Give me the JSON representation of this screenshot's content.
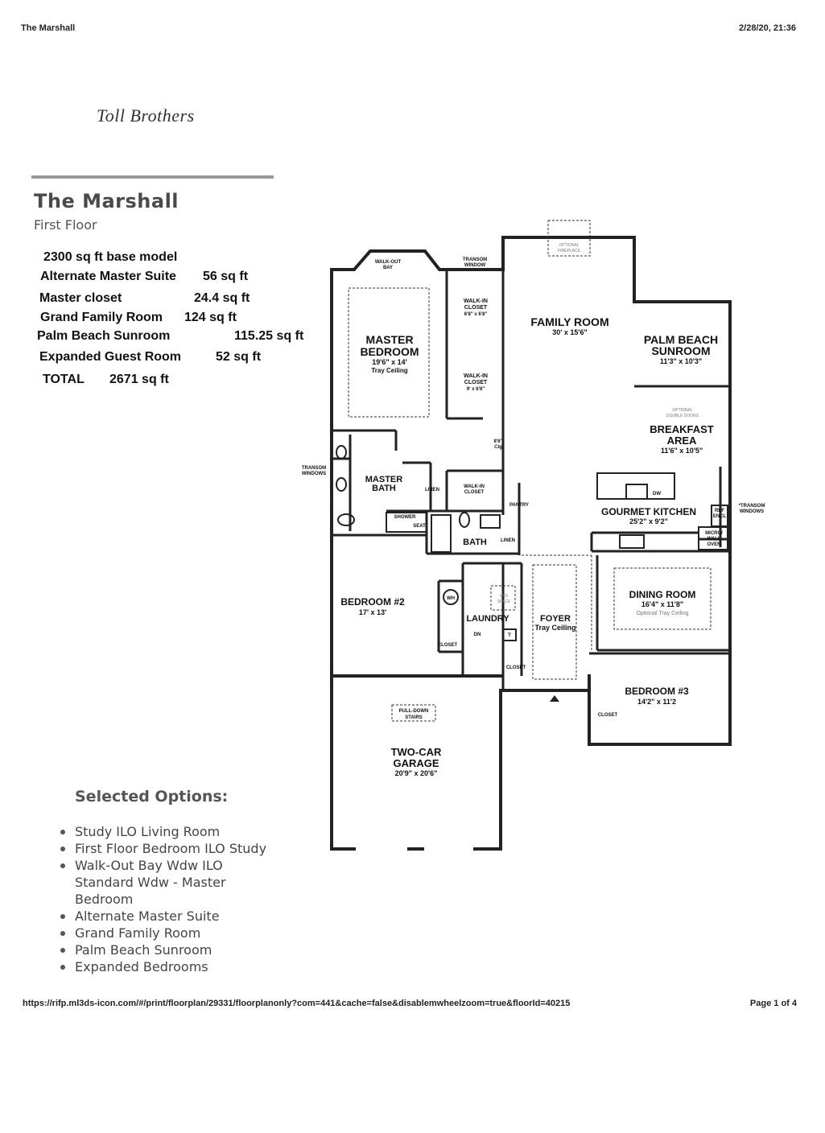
{
  "header": {
    "left": "The Marshall",
    "right": "2/28/20, 21:36"
  },
  "brand": "Toll Brothers",
  "plan": {
    "title": "The Marshall",
    "floor": "First Floor"
  },
  "sqft": [
    {
      "label": "2300 sq ft base model",
      "value": ""
    },
    {
      "label": "Alternate Master Suite",
      "value": "56 sq ft"
    },
    {
      "label": "Master closet",
      "value": "24.4 sq ft"
    },
    {
      "label": "Grand Family Room",
      "value": "124 sq ft"
    },
    {
      "label": "Palm Beach Sunroom",
      "value": "115.25 sq ft"
    },
    {
      "label": "Expanded Guest Room",
      "value": "52 sq ft"
    },
    {
      "label": "TOTAL",
      "value": "2671 sq ft"
    }
  ],
  "options": {
    "heading": "Selected Options:",
    "items": [
      "Study ILO Living Room",
      "First Floor Bedroom ILO Study",
      "Walk-Out Bay Wdw ILO Standard Wdw - Master Bedroom",
      "Alternate Master Suite",
      "Grand Family Room",
      "Palm Beach Sunroom",
      "Expanded Bedrooms"
    ]
  },
  "floorplan": {
    "walkout_bay": [
      "WALK-OUT",
      "BAY"
    ],
    "transom_window_top": [
      "TRANSOM",
      "WINDOW"
    ],
    "optional_fireplace": [
      "OPTIONAL",
      "FIREPLACE"
    ],
    "master_bedroom": {
      "name": [
        "MASTER",
        "BEDROOM"
      ],
      "dim": "19'6\" x 14'",
      "note": "Tray Ceiling"
    },
    "walkin_closet_1": {
      "name": [
        "WALK-IN",
        "CLOSET"
      ],
      "dim": "6'8\" x 6'8\""
    },
    "walkin_closet_2": {
      "name": [
        "WALK-IN",
        "CLOSET"
      ],
      "dim": "9' x 6'8\""
    },
    "family_room": {
      "name": "FAMILY ROOM",
      "dim": "30' x 15'6\""
    },
    "palm_beach_sunroom": {
      "name": [
        "PALM BEACH",
        "SUNROOM"
      ],
      "dim": "11'3\" x 10'3\""
    },
    "optional_double_doors": [
      "OPTIONAL",
      "DOUBLE DOORS"
    ],
    "breakfast_area": {
      "name": [
        "BREAKFAST",
        "AREA"
      ],
      "dim": "11'6\" x 10'5\""
    },
    "clg_note": [
      "8'6\"",
      "Clg"
    ],
    "transom_windows_left": [
      "TRANSOM",
      "WINDOWS"
    ],
    "transom_windows_right": [
      "*TRANSOM",
      "WINDOWS"
    ],
    "master_bath": [
      "MASTER",
      "BATH"
    ],
    "linen_1": "LINEN",
    "walkin_closet_3": [
      "WALK-IN",
      "CLOSET"
    ],
    "pantry": "PANTRY",
    "gourmet_kitchen": {
      "name": "GOURMET KITCHEN",
      "dim": "25'2\" x 9'2\""
    },
    "dw": "DW",
    "ref_encl": [
      "REF",
      "ENCL"
    ],
    "micro_wall_oven": [
      "MICRO/",
      "WALL",
      "OVEN"
    ],
    "shower": "SHOWER",
    "seat": "SEAT",
    "bath": "BATH",
    "linen_2": "LINEN",
    "bedroom2": {
      "name": "BEDROOM #2",
      "dim": "17' x 13'"
    },
    "wh": "WH",
    "ved_space": [
      "VED",
      "SPACE"
    ],
    "laundry": "LAUNDRY",
    "dn": "DN",
    "t": "T",
    "closet_1": "CLOSET",
    "foyer": {
      "name": "FOYER",
      "note": "Tray Ceiling"
    },
    "dining_room": {
      "name": "DINING ROOM",
      "dim": "16'4\" x 11'8\"",
      "note": "Optional Tray Ceiling"
    },
    "closet_2": "CLOSET",
    "bedroom3": {
      "name": "BEDROOM #3",
      "dim": "14'2\" x 11'2"
    },
    "closet_3": "CLOSET",
    "pull_down_stairs": [
      "PULL-DOWN",
      "STAIRS"
    ],
    "garage": {
      "name": [
        "TWO-CAR",
        "GARAGE"
      ],
      "dim": "20'9\" x 20'6\""
    }
  },
  "footer": {
    "url": "https://rifp.ml3ds-icon.com/#/print/floorplan/29331/floorplanonly?com=441&cache=false&disablemwheelzoom=true&floorId=40215",
    "page": "Page 1 of 4"
  }
}
